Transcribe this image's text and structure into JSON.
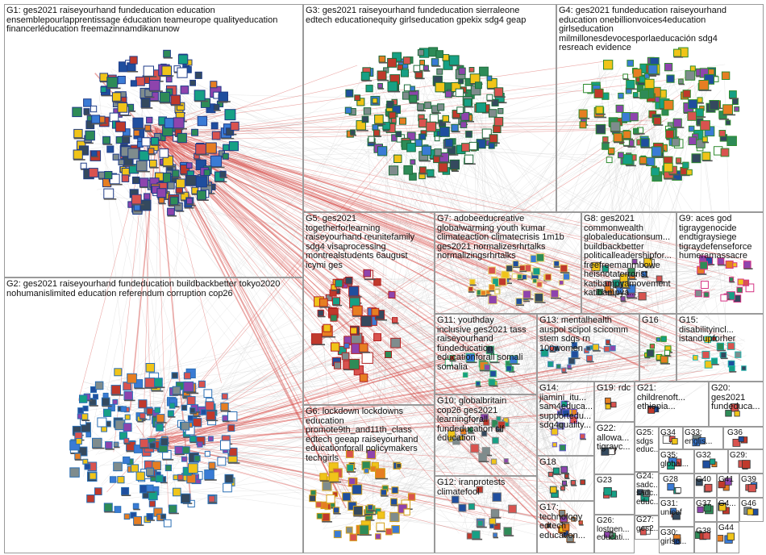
{
  "colors": {
    "edge_red": "#d9534f",
    "edge_gray": "#c8c8c8",
    "box_border": "#9a9a9a",
    "node_palette": [
      "#1f4e9e",
      "#3a7bd5",
      "#d9534f",
      "#2e8b57",
      "#f0c419",
      "#8e44ad",
      "#e67e22",
      "#16a085",
      "#c0392b",
      "#7f8c8d",
      "#ffffff",
      "#34495e"
    ]
  },
  "groups": [
    {
      "id": "G1",
      "text": "G1: ges2021 raiseyourhand fundeducation education\nensemblepourlapprentissage éducation teameurope qualityeducation\nfinancerléducation freemazinnamdikanunow",
      "frame": "#1f3c88"
    },
    {
      "id": "G2",
      "text": "G2: ges2021 raiseyourhand fundeducation buildbackbetter tokyo2020\nnohumanislimited education referendum corruption cop26",
      "frame": "#2a6fb5"
    },
    {
      "id": "G3",
      "text": "G3: ges2021 raiseyourhand fundeducation sierraleone\nedtech educationequity girlseducation gpekix sdg4 geap",
      "frame": "#1d6b3a"
    },
    {
      "id": "G4",
      "text": "G4: ges2021 fundeducation raiseyourhand\neducation onebillionvoices4education\ngirlseducation\nmilmillonesdevocesporlaeducación sdg4\nresreach evidence",
      "frame": "#2e8b2e"
    },
    {
      "id": "G5",
      "text": "G5: ges2021\ntogetherforlearning\nraiseyourhand reunitefamily\nsdg4 visaprocessing\nmontrealstudents 6august\nicymi ges",
      "frame": "#b22222"
    },
    {
      "id": "G6",
      "text": "G6: lockdown lockdowns\neducation\npromote9th_and11th_class\nedtech geeap raiseyourhand\neducationforall policymakers\ntechgirls",
      "frame": "#d4a017"
    },
    {
      "id": "G7",
      "text": "G7: adobeeducreative\nglobalwarming youth kumar\nclimateaction climatecrisis 1m1b\nges2021 normalizesrhrtalks\nnormalizingsrhrtalks",
      "frame": "#e8d26a"
    },
    {
      "id": "G8",
      "text": "G8: ges2021\ncommonwealth\nglobaleducationsum...\nbuildbackbetter\npoliticalleadershipfor...\nfreefreemanmbowe\nheisnotaterrorist\nkatibampyamovement\nkatibampya...",
      "frame": "#555555"
    },
    {
      "id": "G9",
      "text": "G9: aces god\ntigraygenocide\nendtigraysiege\ntigraydefenseforce\nhumeramassacre",
      "frame": "#d63384"
    },
    {
      "id": "G10",
      "text": "G10: globalbritain\ncop26 ges2021\nlearningforall\nfundeducation clf\néducation",
      "frame": "#888888"
    },
    {
      "id": "G11",
      "text": "G11: youthday\ninclusive ges2021 tass\nraiseyourhand\nfundeducation\neducationforall somali\nsomalia",
      "frame": "#3cb371"
    },
    {
      "id": "G12",
      "text": "G12: iranprotests\nclimatefool",
      "frame": "#777777"
    },
    {
      "id": "G13",
      "text": "G13: mentalhealth\nauspol scipol scicomm\nstem sdgs rn\n100women",
      "frame": "#4682b4"
    },
    {
      "id": "G14",
      "text": "G14:\njiamini_itu...\nsam4educa...\nsupportedu...\nsdg4quality...",
      "frame": "#6a5acd"
    },
    {
      "id": "G15",
      "text": "G15:\ndisabilityincl...\nistandupforher",
      "frame": "#20b2aa"
    },
    {
      "id": "G16",
      "text": "G16",
      "frame": "#228b22"
    },
    {
      "id": "G17",
      "text": "G17:\ntechnology\nedtech\neducation...",
      "frame": "#8b4513"
    },
    {
      "id": "G18",
      "text": "G18",
      "frame": "#2f4f4f"
    },
    {
      "id": "G19",
      "text": "G19: rdc",
      "frame": "#daa520"
    },
    {
      "id": "G20",
      "text": "G20:\nges2021\nfundeduca...",
      "frame": "#708090"
    },
    {
      "id": "G21",
      "text": "G21:\nchildrenoft...\nethiopia...",
      "frame": "#556b2f"
    },
    {
      "id": "G22",
      "text": "G22:\nallowa...\ntigrayc...",
      "frame": "#9932cc"
    },
    {
      "id": "G23",
      "text": "G23",
      "frame": "#8b008b"
    },
    {
      "id": "G24",
      "text": "G24:\nsadc...\nsadc...\neduc...",
      "frame": "#4169e1"
    },
    {
      "id": "G25",
      "text": "G25:\nsdgs\neduc...",
      "frame": "#b8860b"
    },
    {
      "id": "G26",
      "text": "G26:\nlostgen...\neducati...",
      "frame": "#a0522d"
    },
    {
      "id": "G27",
      "text": "G27:\nges2...",
      "frame": "#5f9ea0"
    },
    {
      "id": "G28",
      "text": "G28",
      "frame": "#2e8b57"
    },
    {
      "id": "G29",
      "text": "G29:",
      "frame": "#cd5c5c"
    },
    {
      "id": "G30",
      "text": "G30:\ngirlse...",
      "frame": "#808000"
    },
    {
      "id": "G31",
      "text": "G31:\nunicef",
      "frame": "#1e90ff"
    },
    {
      "id": "G32",
      "text": "G32",
      "frame": "#9acd32"
    },
    {
      "id": "G33",
      "text": "G33:\nenglis...",
      "frame": "#ff8c00"
    },
    {
      "id": "G34",
      "text": "G34",
      "frame": "#483d8b"
    },
    {
      "id": "G35",
      "text": "G35:\nglobal...",
      "frame": "#008080"
    },
    {
      "id": "G36",
      "text": "G36",
      "frame": "#696969"
    },
    {
      "id": "G37",
      "text": "G37",
      "frame": "#6b8e23"
    },
    {
      "id": "G38",
      "text": "G38",
      "frame": "#4682b4"
    },
    {
      "id": "G39",
      "text": "G39",
      "frame": "#bdb76b"
    },
    {
      "id": "G40",
      "text": "G40",
      "frame": "#2f4f4f"
    },
    {
      "id": "G41",
      "text": "G41",
      "frame": "#8fbc8f"
    },
    {
      "id": "G42",
      "text": "G4...",
      "frame": "#778899"
    },
    {
      "id": "G44",
      "text": "G44",
      "frame": "#a9a9a9"
    },
    {
      "id": "G46",
      "text": "G46",
      "frame": "#696969"
    }
  ]
}
